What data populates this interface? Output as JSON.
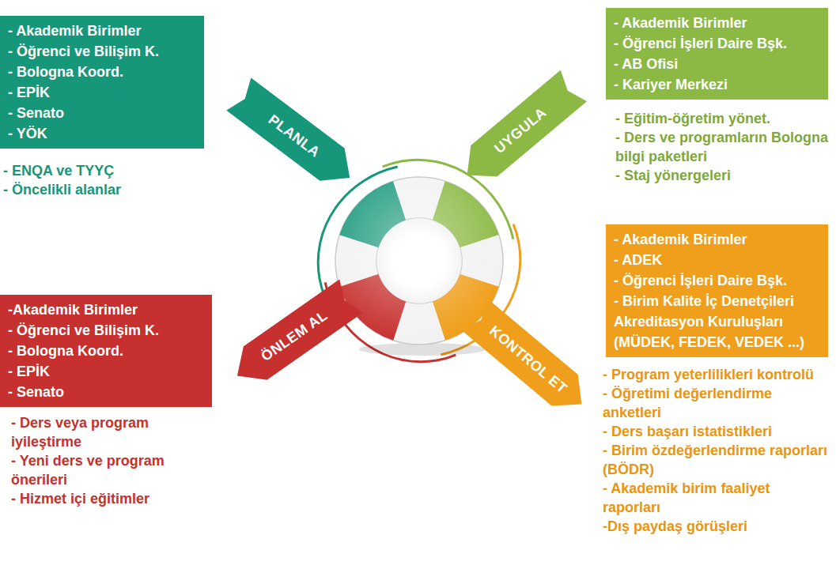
{
  "diagram": {
    "nodes": [
      {
        "text": [
          "- Akademik Birimler",
          "- Öğrenci ve Bilişim K.",
          "- Bologna Koord.",
          "- EPİK",
          "- Senato",
          "- YÖK"
        ]
      },
      {
        "text": [
          "- Akademik Birimler",
          "- Öğrenci İşleri Daire Bşk.",
          "- AB Ofisi",
          "- Kariyer Merkezi"
        ]
      },
      {
        "text": [
          "PLANLA"
        ]
      },
      {
        "text": [
          "UYGULA"
        ]
      },
      {
        "text": [
          "- Akademik Birimler",
          "- ADEK",
          "- Öğrenci İşleri Daire Bşk.",
          "- Birim Kalite İç Denetçileri",
          "Akreditasyon Kuruluşları (MÜDEK, FEDEK, VEDEK ...)"
        ]
      },
      {
        "text": [
          "KONTROL ET"
        ]
      },
      {
        "text": [
          "ÖNLEM AL"
        ]
      },
      {
        "text": [
          "-Akademik Birimler",
          "- Öğrenci ve Bilişim K.",
          "- Bologna Koord.",
          "- EPİK",
          "- Senato"
        ]
      }
    ],
    "labels": [
      "- ENQA ve TYYÇ",
      "- Öncelikli alanlar",
      "- Eğitim-öğretim yönet.",
      "- Ders ve programların Bologna bilgi paketleri",
      "- Staj yönergeleri",
      "- Program yeterlilikleri kontrolü",
      "- Öğretimi değerlendirme anketleri",
      "- Ders başarı istatistikleri",
      "- Birim özdeğerlendirme raporları (BÖDR)",
      "- Akademik birim faaliyet raporları",
      "-Dış paydaş görüşleri",
      "- Ders veya program iyileştirme",
      "- Yeni ders ve program önerileri",
      "- Hizmet içi eğitimler"
    ]
  }
}
